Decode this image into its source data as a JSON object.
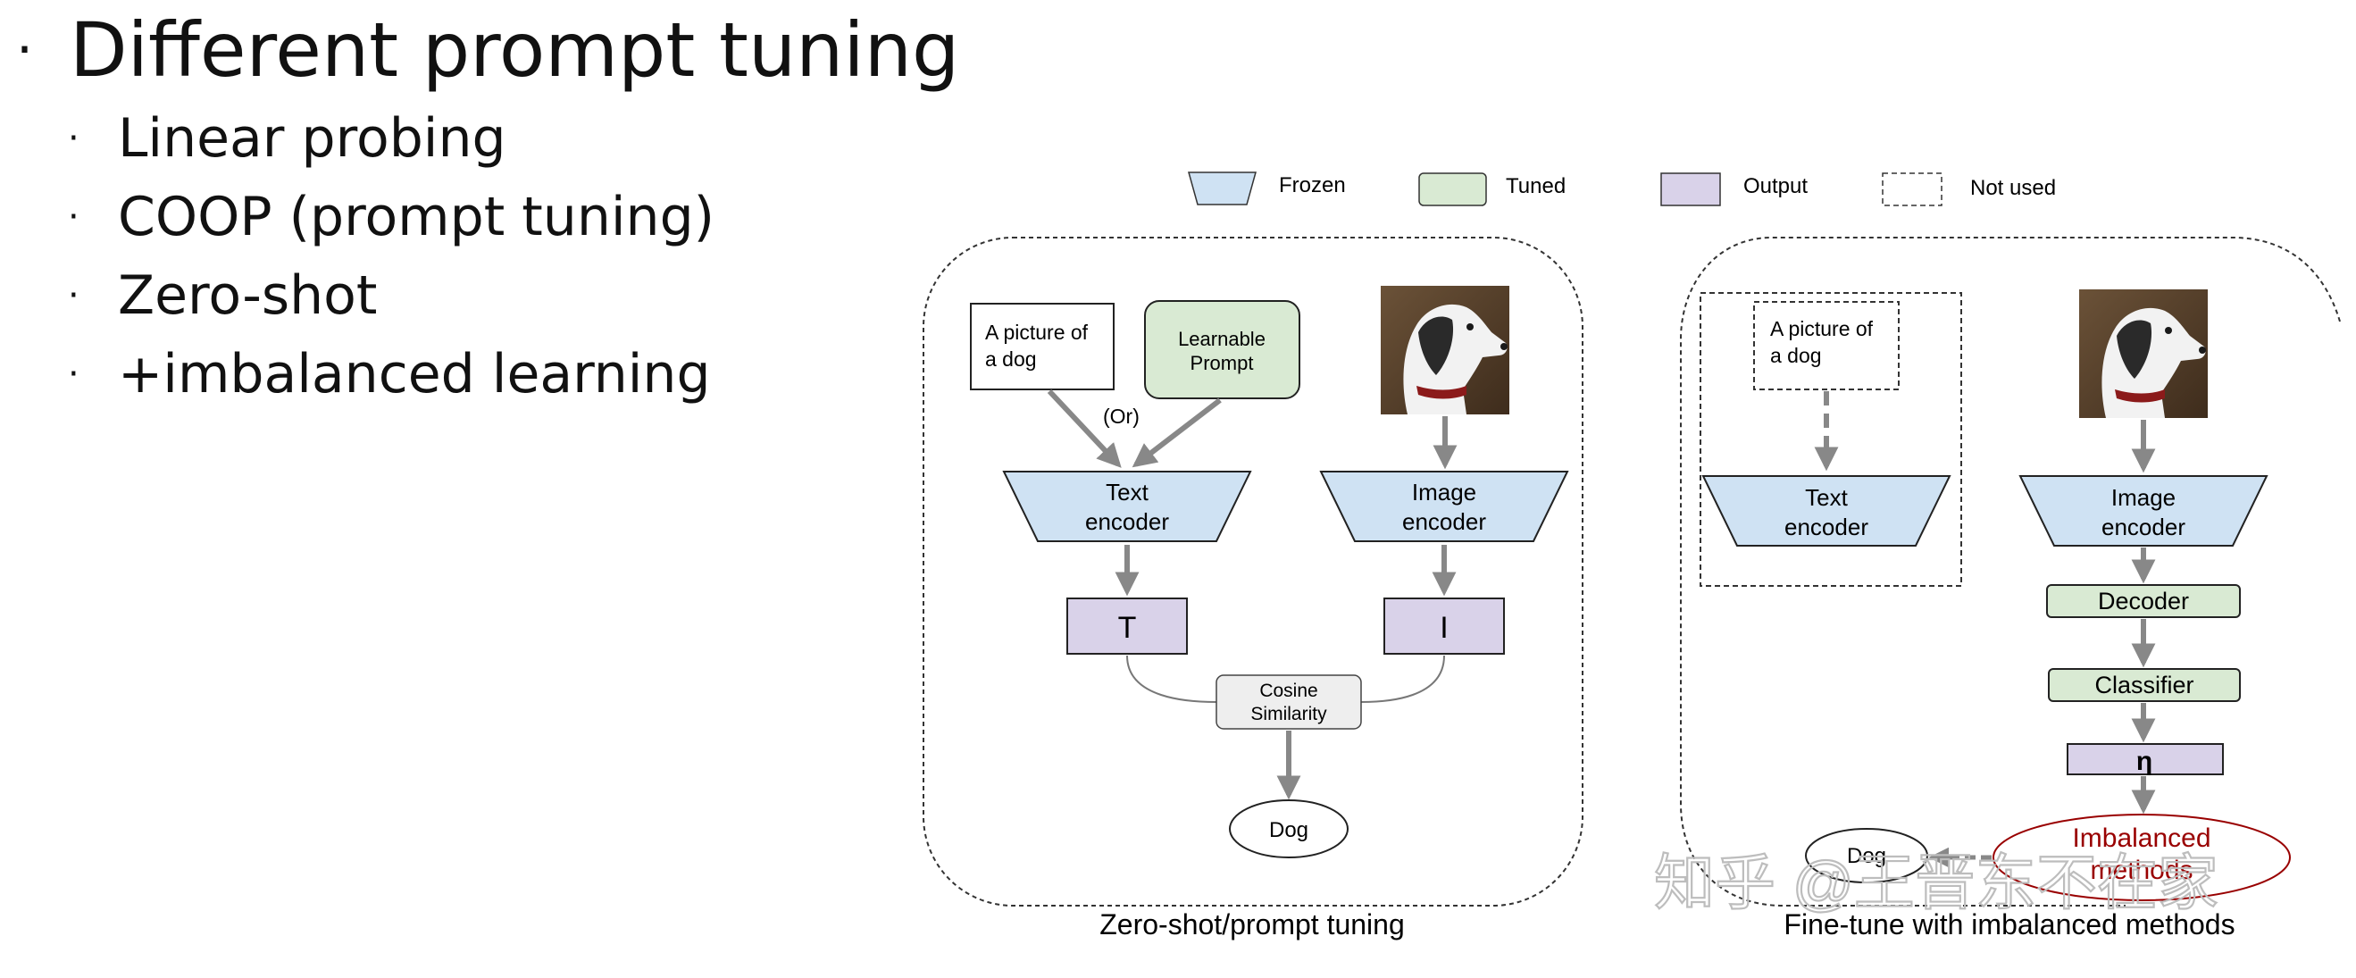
{
  "bullets": {
    "main": "Different prompt tuning",
    "sub": [
      "Linear probing",
      "COOP (prompt tuning)",
      "Zero-shot",
      "+imbalanced learning"
    ]
  },
  "legend": {
    "frozen": "Frozen",
    "tuned": "Tuned",
    "output": "Output",
    "not_used": "Not used"
  },
  "left_panel": {
    "caption": "Zero-shot/prompt tuning",
    "text_box": [
      "A picture of",
      "a dog"
    ],
    "learnable_prompt": [
      "Learnable",
      "Prompt"
    ],
    "or_label": "(Or)",
    "text_encoder": [
      "Text",
      "encoder"
    ],
    "image_encoder": [
      "Image",
      "encoder"
    ],
    "t_label": "T",
    "i_label": "I",
    "cosine": [
      "Cosine",
      "Similarity"
    ],
    "dog_output": "Dog"
  },
  "right_panel": {
    "caption": "Fine-tune with imbalanced methods",
    "text_box": [
      "A picture of",
      "a dog"
    ],
    "text_encoder": [
      "Text",
      "encoder"
    ],
    "image_encoder": [
      "Image",
      "encoder"
    ],
    "decoder": "Decoder",
    "classifier": "Classifier",
    "eta": "η",
    "imbalanced": [
      "Imbalanced",
      "methods"
    ],
    "dog_output": "Dog"
  },
  "watermark": "知乎 @王晋东不在家",
  "colors": {
    "frozen": "#cfe2f3",
    "tuned": "#d9ead3",
    "output": "#d9d2e9",
    "cosine_fill": "#eeeeee",
    "arrow": "#888888",
    "imbalanced_text": "#990000"
  }
}
